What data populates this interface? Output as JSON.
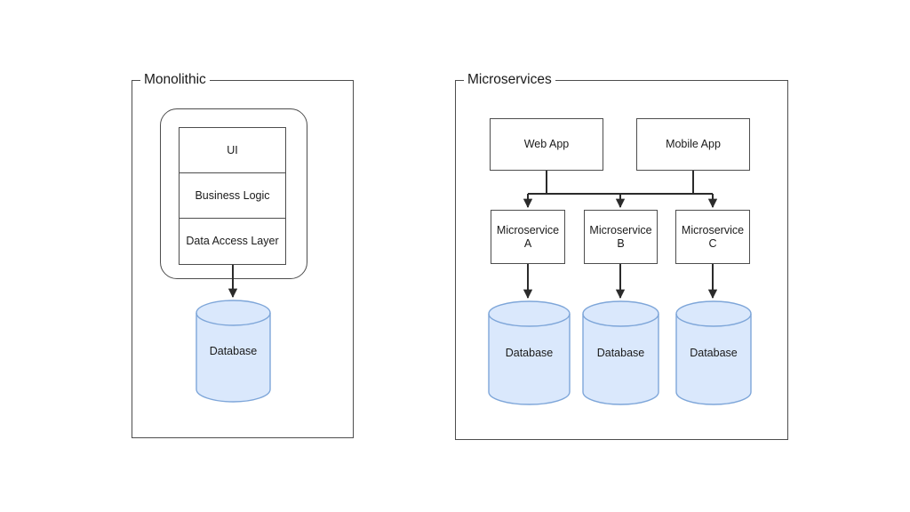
{
  "diagram": {
    "title_hidden": "Monolithic vs Microservices architecture comparison",
    "stroke_color": "#4d4d4d",
    "db_fill_color": "#dae8fc",
    "db_stroke_color": "#7ea6d9",
    "background_color": "#ffffff"
  },
  "panels": [
    {
      "id": "monolithic",
      "label": "Monolithic"
    },
    {
      "id": "microservices",
      "label": "Microservices"
    }
  ],
  "monolithic": {
    "label": "Monolithic",
    "layers": [
      {
        "label": "UI"
      },
      {
        "label": "Business Logic"
      },
      {
        "label": "Data Access Layer"
      }
    ],
    "database": {
      "label": "Database"
    }
  },
  "microservices": {
    "label": "Microservices",
    "clients": [
      {
        "label": "Web App"
      },
      {
        "label": "Mobile App"
      }
    ],
    "services": [
      {
        "label": "Microservice\nA"
      },
      {
        "label": "Microservice\nB"
      },
      {
        "label": "Microservice\nC"
      }
    ],
    "databases": [
      {
        "label": "Database"
      },
      {
        "label": "Database"
      },
      {
        "label": "Database"
      }
    ]
  }
}
